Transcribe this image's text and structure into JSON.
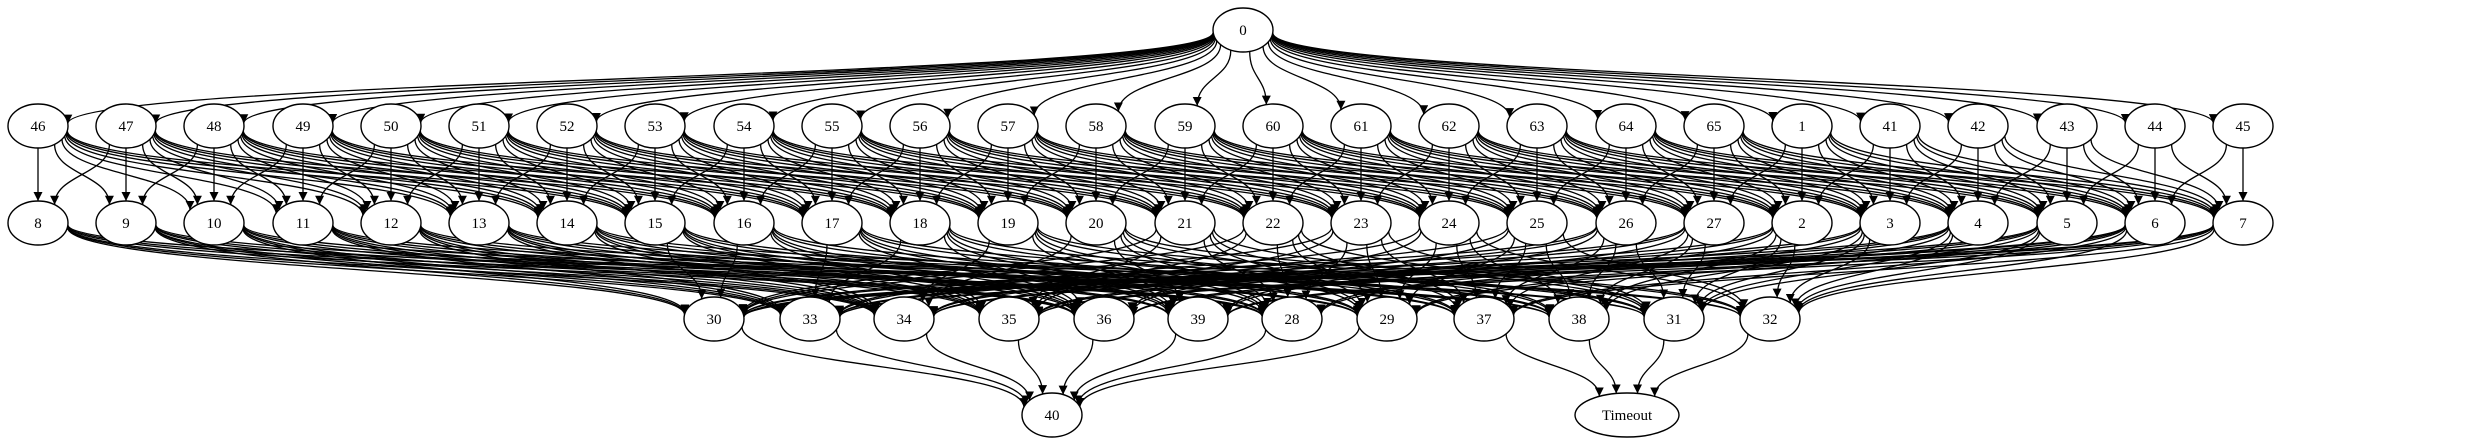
{
  "graph": {
    "colors": {
      "edge": "#000000",
      "node_border": "#000000",
      "terminal_40": "#0000ff",
      "terminal_timeout": "#ff0000"
    },
    "layers": [
      [
        "0"
      ],
      [
        "46",
        "47",
        "48",
        "49",
        "50",
        "51",
        "52",
        "53",
        "54",
        "55",
        "56",
        "57",
        "58",
        "59",
        "60",
        "61",
        "62",
        "63",
        "64",
        "65",
        "1",
        "41",
        "42",
        "43",
        "44",
        "45"
      ],
      [
        "8",
        "9",
        "10",
        "11",
        "12",
        "13",
        "14",
        "15",
        "16",
        "17",
        "18",
        "19",
        "20",
        "21",
        "22",
        "23",
        "24",
        "25",
        "26",
        "27",
        "2",
        "3",
        "4",
        "5",
        "6",
        "7"
      ],
      [
        "30",
        "33",
        "34",
        "35",
        "36",
        "39",
        "28",
        "29",
        "37",
        "38",
        "31",
        "32"
      ],
      [
        "40",
        "Timeout"
      ]
    ]
  }
}
